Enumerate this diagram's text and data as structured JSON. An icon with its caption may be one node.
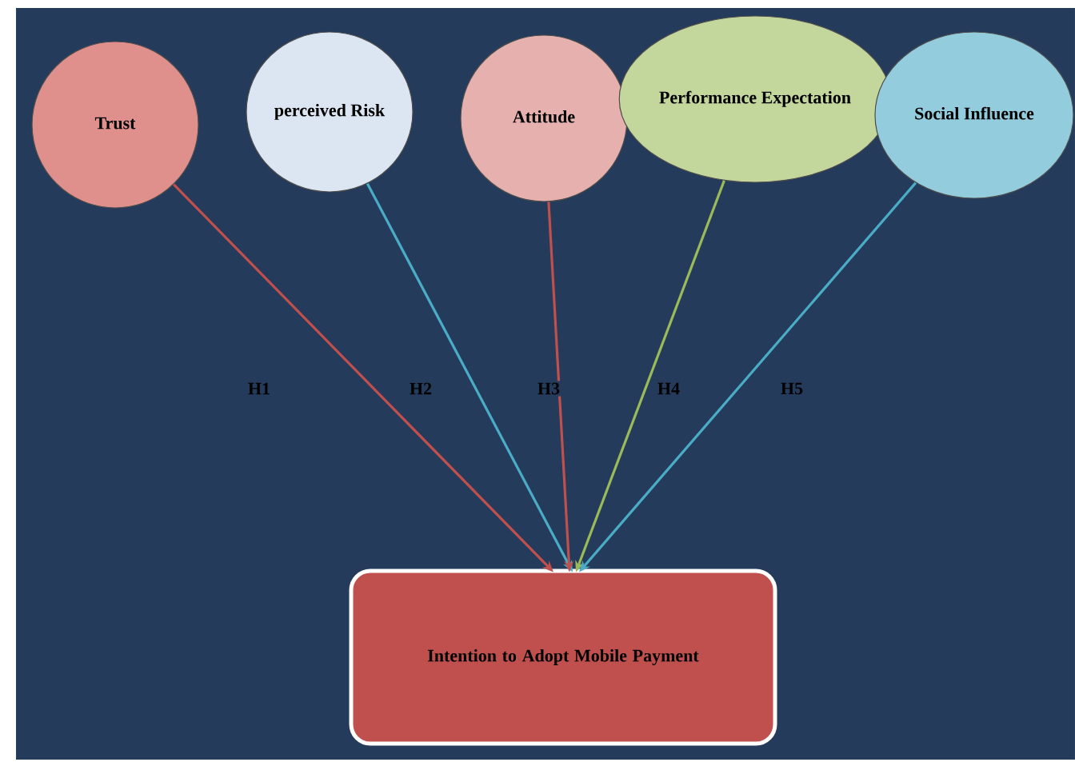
{
  "diagram": {
    "nodes": [
      {
        "text": [
          "Trust"
        ]
      },
      {
        "text": [
          "perceived Risk"
        ]
      },
      {
        "text": [
          "Attitude"
        ]
      },
      {
        "text": [
          "Performance Expectation"
        ]
      },
      {
        "text": [
          "Social Influence"
        ]
      },
      {
        "text": [
          "Intention to Adopt Mobile Payment"
        ]
      }
    ],
    "edges": [
      {
        "from": 0,
        "to": 5,
        "arrow": "to",
        "label": "H1",
        "color": "#c0504d"
      },
      {
        "from": 1,
        "to": 5,
        "arrow": "to",
        "label": "H2",
        "color": "#4bacc6"
      },
      {
        "from": 2,
        "to": 5,
        "arrow": "to",
        "label": "H3",
        "color": "#c0504d"
      },
      {
        "from": 3,
        "to": 5,
        "arrow": "to",
        "label": "H4",
        "color": "#9bbb59"
      },
      {
        "from": 4,
        "to": 5,
        "arrow": "to",
        "label": "H5",
        "color": "#4bacc6"
      }
    ]
  }
}
